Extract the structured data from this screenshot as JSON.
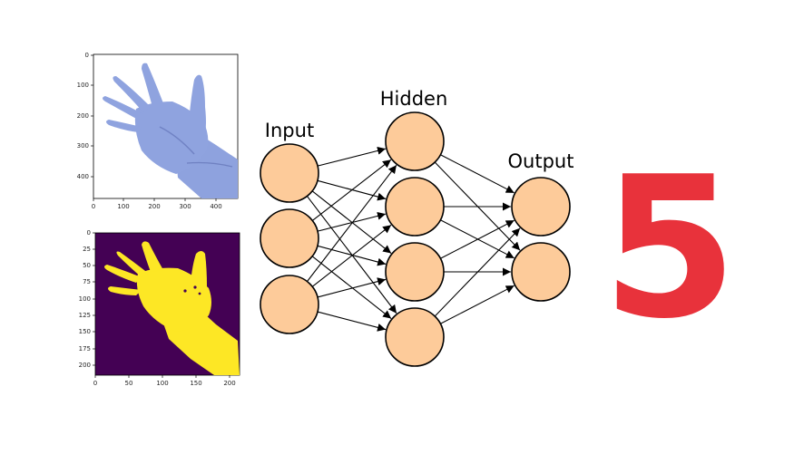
{
  "photo_plot": {
    "x_ticks": [
      "0",
      "100",
      "200",
      "300",
      "400"
    ],
    "y_ticks": [
      "0",
      "100",
      "200",
      "300",
      "400"
    ]
  },
  "mask_plot": {
    "x_ticks": [
      "0",
      "50",
      "100",
      "150",
      "200"
    ],
    "y_ticks": [
      "0",
      "25",
      "50",
      "75",
      "100",
      "125",
      "150",
      "175",
      "200"
    ]
  },
  "network": {
    "layers": [
      {
        "label": "Input",
        "size": 3
      },
      {
        "label": "Hidden",
        "size": 4
      },
      {
        "label": "Output",
        "size": 2
      }
    ]
  },
  "result": {
    "value": "5"
  },
  "colors": {
    "neuron_fill": "#fdcb9a",
    "result": "#e8323b",
    "mask_background": "#440154",
    "mask_foreground": "#fde725",
    "hand_photo": "#8da0dd"
  }
}
